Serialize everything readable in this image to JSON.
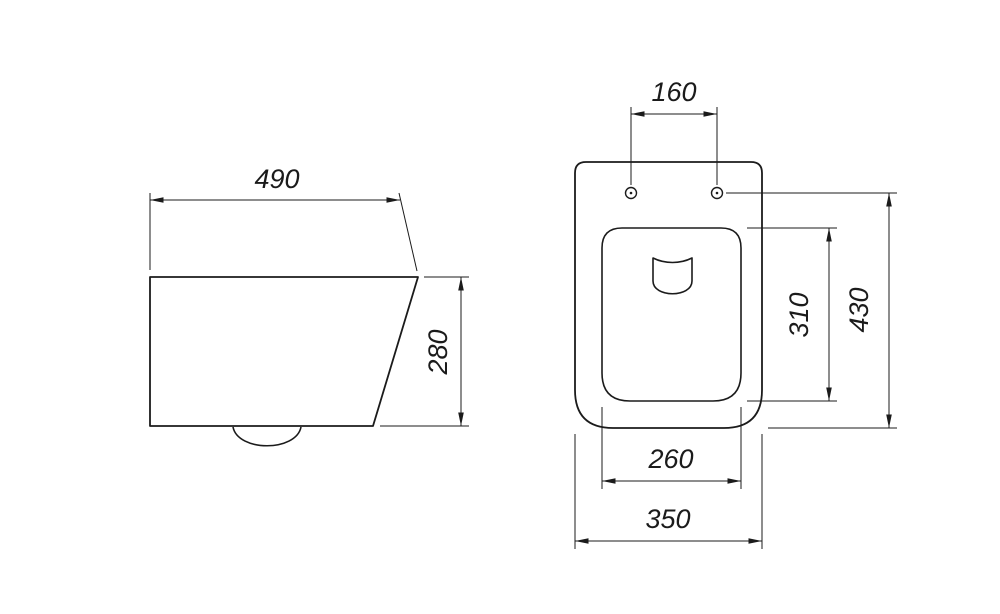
{
  "page": {
    "background": "#ffffff",
    "ink": "#1b1b1b"
  },
  "drawing": {
    "side_view": {
      "dims": {
        "depth": {
          "value": "490"
        },
        "height": {
          "value": "280"
        }
      }
    },
    "top_view": {
      "dims": {
        "hole_spacing": {
          "value": "160"
        },
        "bowl_length": {
          "value": "310"
        },
        "total_length": {
          "value": "430"
        },
        "bowl_width": {
          "value": "260"
        },
        "total_width": {
          "value": "350"
        }
      }
    }
  }
}
